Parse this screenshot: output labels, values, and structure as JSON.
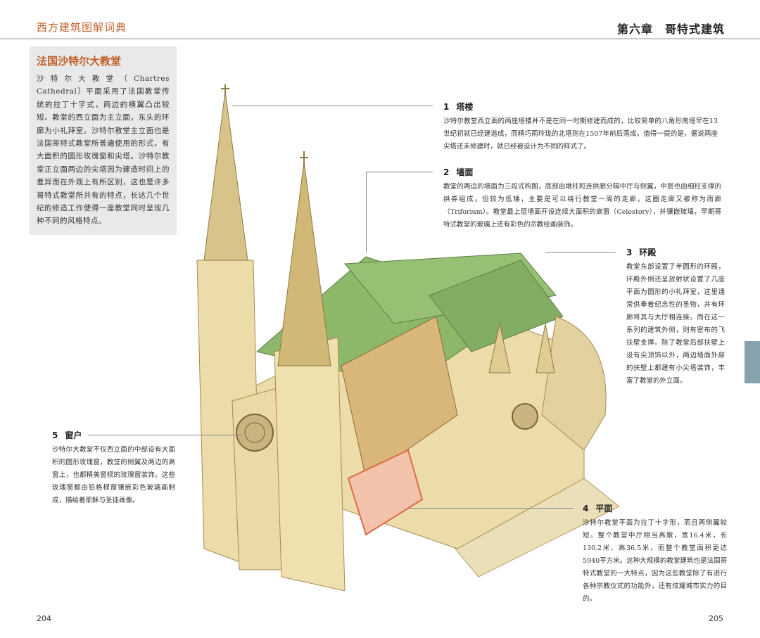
{
  "header": {
    "book_title": "西方建筑图解词典",
    "chapter_title": "第六章　哥特式建筑"
  },
  "intro": {
    "title": "法国沙特尔大教堂",
    "body": "沙特尔大教堂（Chartres Cathedral）平面采用了法国教堂传统的拉丁十字式，两边的横翼凸出较短。教堂的西立面为主立面，东头的环廊为小礼拜室。沙特尔教堂主立面也是法国哥特式教堂所普遍使用的形式，有大面积的圆形玫瑰窗和尖塔。沙特尔教堂正立面两边的尖塔因为建造时间上的差异而在外观上有所区别，这也是许多哥特式教堂所共有的特点，长达几个世纪的修造工作使得一座教堂同时呈现几种不同的风格特点。"
  },
  "callouts": [
    {
      "number": "1",
      "title": "塔楼",
      "text": "沙特尔教堂西立面的两座塔楼并不是在同一时期修建而成的，比较简单的八角形南塔早在13世纪初就已经建造成，而精巧雨玲珑的北塔则在1507年前后落成。值得一提的是，据说两座尖塔还未修建时，就已经被设计为不同的样式了。"
    },
    {
      "number": "2",
      "title": "墙面",
      "text": "教堂的两边的墙面为三段式构图，底部由墩柱和连拱廊分隔中厅与侧翼，中层也由细柱支撑的拱券组成，但较为低矮，主要是可以绕行教堂一周的走廊，这圈走廊又被称为雨廊（Triforium）。教堂最上层墙面开设连续大面积的高窗（Celestory），并镶嵌玻璃，早期哥特式教堂的玻璃上还有彩色的宗教绘画装饰。"
    },
    {
      "number": "3",
      "title": "环殿",
      "text": "教堂东部设置了半圆形的环殿，环殿外侧还呈放射状设置了几座平面为圆形的小礼拜室，这里通常供奉着纪念性的圣物，并有环廊将其与大厅相连接。而在这一系列的建筑外侧，则有密布的飞扶壁支撑。除了教堂后部扶壁上设有尖顶饰以外，两边墙面外部的扶壁上都建有小尖塔装饰，丰富了教堂的外立面。"
    },
    {
      "number": "4",
      "title": "平面",
      "text": "沙特尔教堂平面为拉丁十字形，而且两侧翼较短。整个教堂中厅相当高敞，宽16.4米，长130.2米、高36.5米，而整个教堂面积更达5940平方米。这种大规模的教堂建筑也是法国哥特式教堂的一大特点，因为这些教堂除了有进行各种宗教仪式的功能外，还有炫耀城市实力的目的。"
    },
    {
      "number": "5",
      "title": "窗户",
      "text": "沙特尔大教堂不仅西立面的中部设有大面积的圆形玫瑰窗，教堂的侧翼及两边的高窗上，也都精美窗棂的玫瑰窗装饰。这些玫瑰窗都由铅格棂窗镶嵌彩色玻璃画制成，描绘着耶稣与圣徒画像。"
    }
  ],
  "footer": {
    "page_left": "204",
    "page_right": "205"
  },
  "colors": {
    "accent": "#c0602a",
    "roof": "#8db86a",
    "stone": "#e8d9a8",
    "floor_plan": "#e06a4a",
    "tab": "#86a3ad"
  }
}
